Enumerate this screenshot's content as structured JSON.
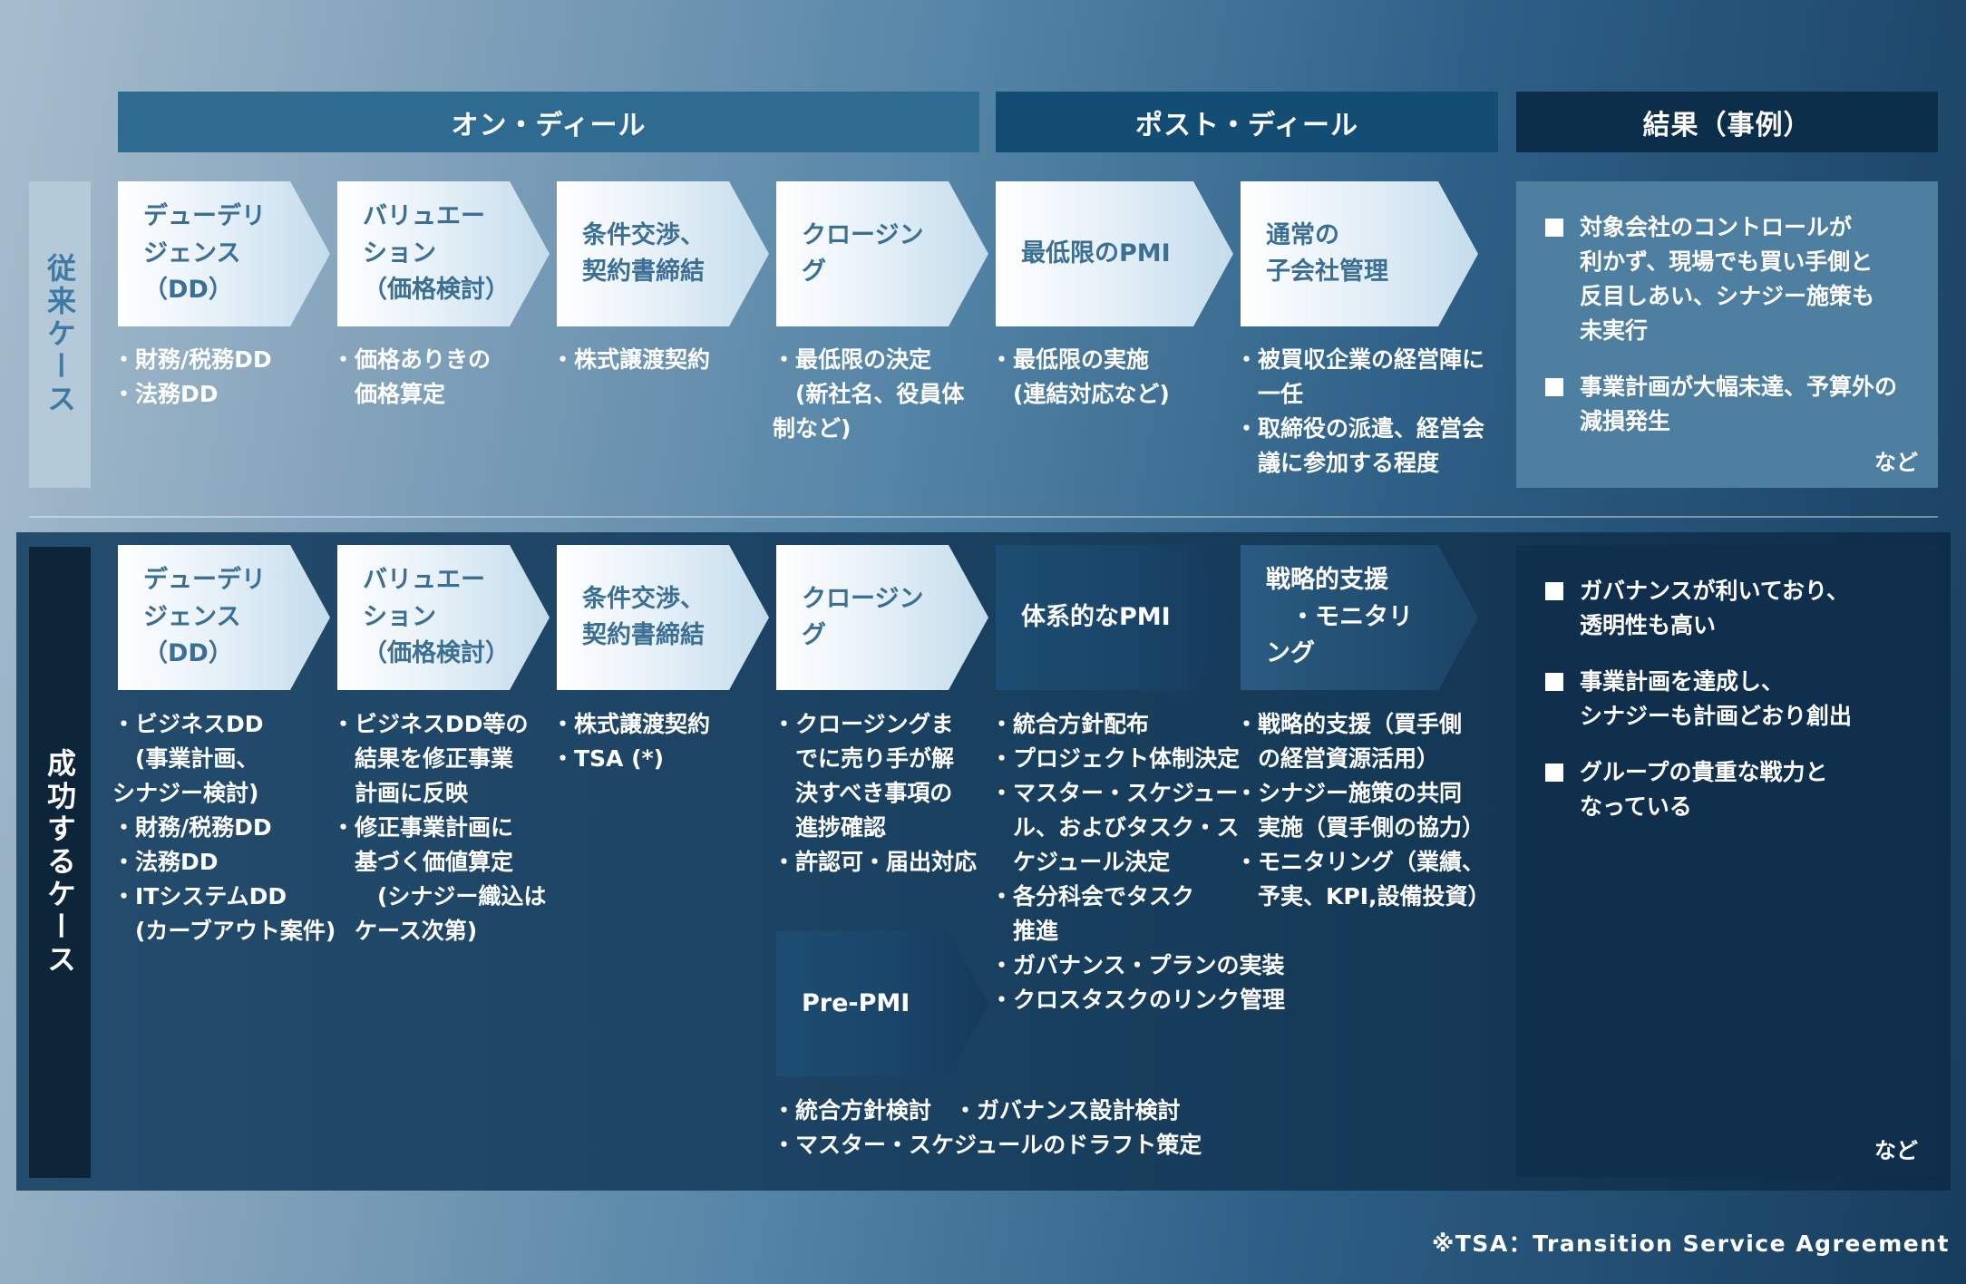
{
  "headers": {
    "on_deal": "オン・ディール",
    "post_deal": "ポスト・ディール",
    "result": "結果（事例）"
  },
  "rows": {
    "conventional": "従来ケース",
    "successful": "成功するケース"
  },
  "conventional": {
    "steps": [
      {
        "lines": [
          "デューデリ",
          "ジェンス（DD）"
        ]
      },
      {
        "lines": [
          "バリュエー",
          "ション",
          "（価格検討）"
        ]
      },
      {
        "lines": [
          "条件交渉、",
          "契約書締結"
        ]
      },
      {
        "lines": [
          "クロージング"
        ]
      },
      {
        "lines": [
          "最低限のPMI"
        ]
      },
      {
        "lines": [
          "通常の",
          "子会社管理"
        ]
      }
    ],
    "bullets": [
      [
        "・財務/税務DD",
        "・法務DD"
      ],
      [
        "・価格ありきの",
        "　価格算定"
      ],
      [
        "・株式譲渡契約"
      ],
      [
        "・最低限の決定",
        "　(新社名、役員体",
        "制など)"
      ],
      [
        "・最低限の実施",
        "　(連結対応など)"
      ],
      [
        "・被買収企業の経営陣に",
        "　一任",
        "・取締役の派遣、経営会",
        "　議に参加する程度"
      ]
    ],
    "results": [
      [
        "対象会社のコントロールが",
        "利かず、現場でも買い手側と",
        "反目しあい、シナジー施策も",
        "未実行"
      ],
      [
        "事業計画が大幅未達、予算外の",
        "減損発生"
      ]
    ],
    "etc": "など"
  },
  "successful": {
    "steps": [
      {
        "lines": [
          "デューデリ",
          "ジェンス（DD）"
        ]
      },
      {
        "lines": [
          "バリュエー",
          "ション",
          "（価格検討）"
        ]
      },
      {
        "lines": [
          "条件交渉、",
          "契約書締結"
        ]
      },
      {
        "lines": [
          "クロージング"
        ]
      },
      {
        "lines": [
          "体系的なPMI"
        ]
      },
      {
        "lines": [
          "戦略的支援",
          "　・モニタリング"
        ]
      }
    ],
    "bullets": [
      [
        "・ビジネスDD",
        "　(事業計画、",
        "シナジー検討)",
        "・財務/税務DD",
        "・法務DD",
        "・ITシステムDD",
        "　(カーブアウト案件)"
      ],
      [
        "・ビジネスDD等の",
        "　結果を修正事業",
        "　計画に反映",
        "・修正事業計画に",
        "　基づく価値算定",
        "　　(シナジー織込は",
        "　ケース次第)"
      ],
      [
        "・株式譲渡契約",
        "・TSA (*)"
      ],
      [
        "・クロージングま",
        "　でに売り手が解",
        "　決すべき事項の",
        "　進捗確認",
        "・許認可・届出対応"
      ],
      [
        "・統合方針配布",
        "・プロジェクト体制決定",
        "・マスター・スケジュー",
        "　ル、およびタスク・ス",
        "　ケジュール決定",
        "・各分科会でタスク",
        "　推進",
        "・ガバナンス・プランの実装",
        "・クロスタスクのリンク管理"
      ],
      [
        "・戦略的支援（買手側",
        "　の経営資源活用）",
        "・シナジー施策の共同",
        "　実施（買手側の協力）",
        "・モニタリング（業績、",
        "　予実、KPI,設備投資）"
      ]
    ],
    "pre_pmi": {
      "label": "Pre-PMI",
      "bullets": [
        "・統合方針検討　・ガバナンス設計検討",
        "・マスター・スケジュールのドラフト策定"
      ]
    },
    "results": [
      [
        "ガバナンスが利いており、",
        "透明性も高い"
      ],
      [
        "事業計画を達成し、",
        "シナジーも計画どおり創出"
      ],
      [
        "グループの貴重な戦力と",
        "なっている"
      ]
    ],
    "etc": "など"
  },
  "footnote": "※TSA：Transition Service Agreement",
  "colors": {
    "header_on": "#2f6a91",
    "header_post": "#134d73",
    "header_result": "#0d2e4a",
    "chevron_text": "#3c6f94"
  }
}
